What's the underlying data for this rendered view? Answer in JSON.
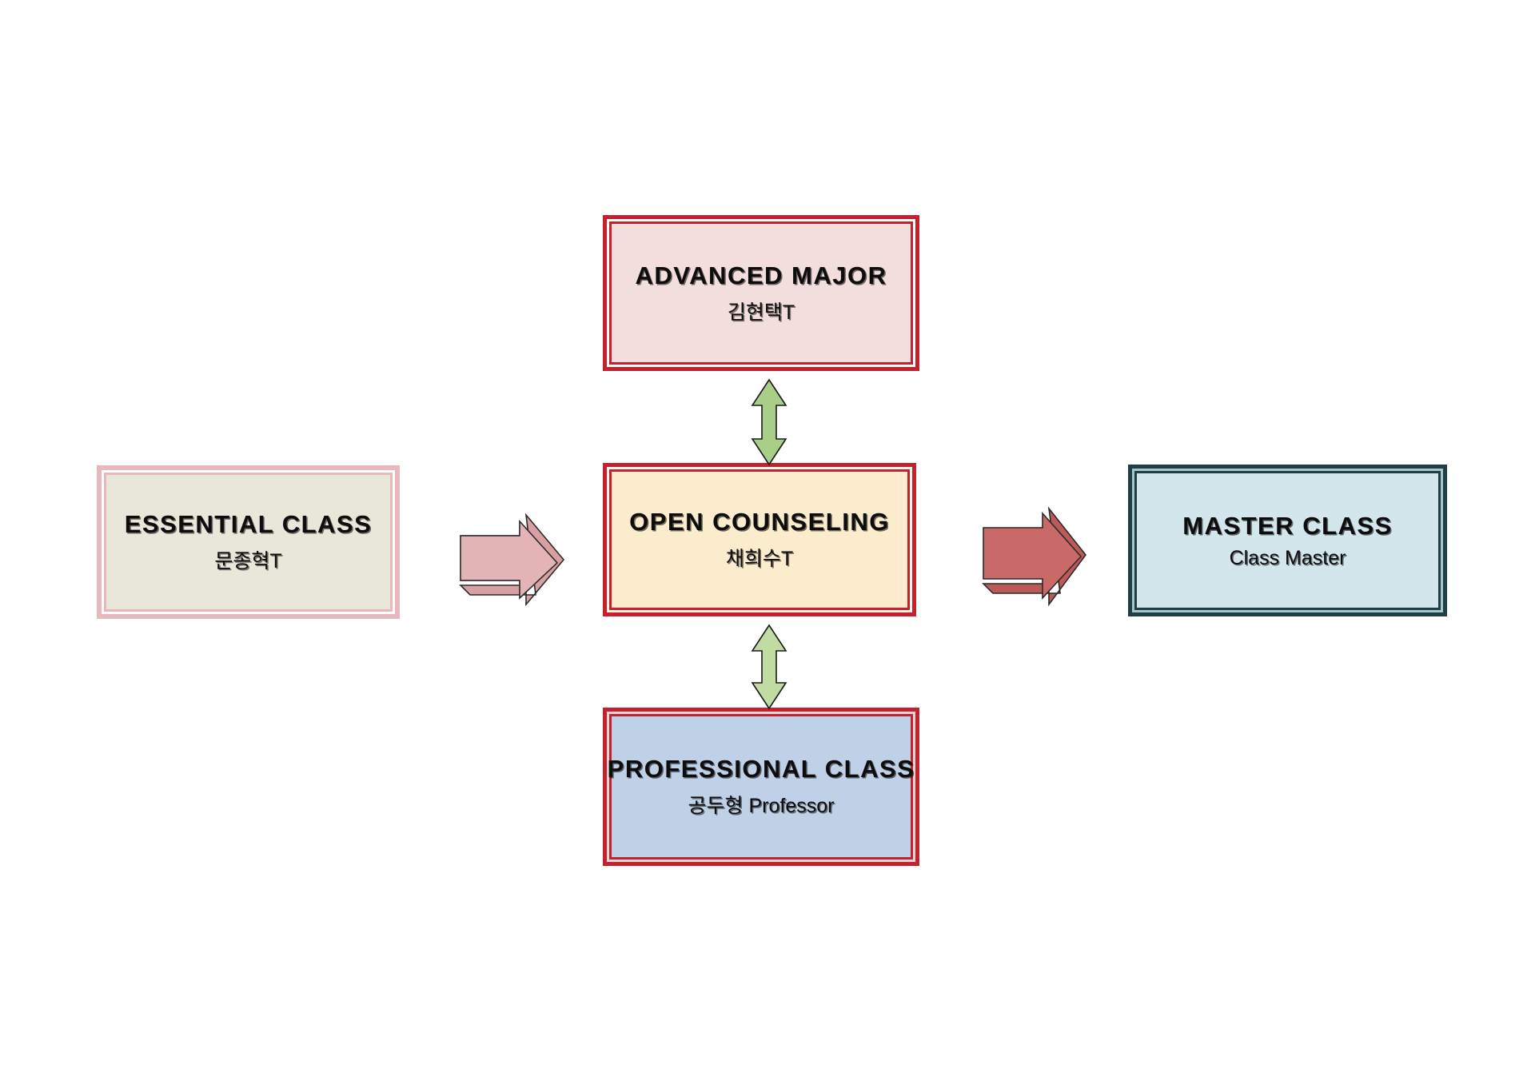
{
  "diagram": {
    "title": "Class Program Flow Diagram",
    "background_color": "#ffffff",
    "nodes": {
      "essential_class": {
        "title": "ESSENTIAL CLASS",
        "subtitle": "문종혁T",
        "fill_color": "#E9E6DA",
        "border_color": "#E7B9BE"
      },
      "open_counseling": {
        "title": "OPEN COUNSELING",
        "subtitle": "채희수T",
        "fill_color": "#FAECCD",
        "border_color": "#C5202E"
      },
      "advanced_major": {
        "title": "ADVANCED MAJOR",
        "subtitle": "김현택T",
        "fill_color": "#F2DEDD",
        "border_color": "#C5202E"
      },
      "professional_class": {
        "title": "PROFESSIONAL CLASS",
        "subtitle": "공두형 Professor",
        "fill_color": "#BFD1E6",
        "border_color": "#C5202E"
      },
      "master_class": {
        "title": "MASTER CLASS",
        "subtitle": "Class Master",
        "fill_color": "#D2E6EC",
        "border_color": "#1F3F46"
      }
    },
    "arrows": [
      {
        "name": "essential-to-open",
        "icon": "block-arrow-right-icon",
        "direction": "right",
        "from": "essential_class",
        "to": "open_counseling",
        "fill_color": "#E3B3B6"
      },
      {
        "name": "open-to-master",
        "icon": "block-arrow-right-icon",
        "direction": "right",
        "from": "open_counseling",
        "to": "master_class",
        "fill_color": "#C96A68"
      },
      {
        "name": "advanced-major-bidirectional",
        "icon": "double-headed-arrow-vertical-icon",
        "direction": "up-down",
        "from": "advanced_major",
        "to": "open_counseling",
        "fill_color": "#A9CE87"
      },
      {
        "name": "professional-class-bidirectional",
        "icon": "double-headed-arrow-vertical-icon",
        "direction": "up-down",
        "from": "open_counseling",
        "to": "professional_class",
        "fill_color": "#C0DCA2"
      }
    ]
  }
}
